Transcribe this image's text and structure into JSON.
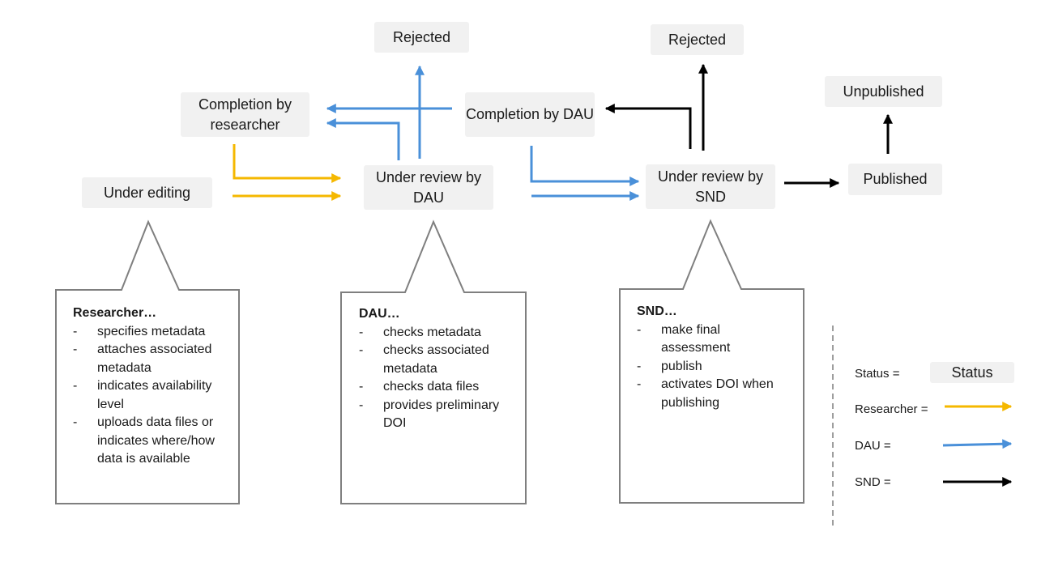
{
  "statuses": {
    "under_editing": "Under editing",
    "completion_researcher": "Completion by researcher",
    "rejected_dau": "Rejected",
    "completion_dau": "Completion by DAU",
    "review_dau": "Under review by DAU",
    "rejected_snd": "Rejected",
    "review_snd": "Under review by SND",
    "unpublished": "Unpublished",
    "published": "Published"
  },
  "panels": {
    "researcher": {
      "title": "Researcher…",
      "items": [
        "specifies metadata",
        "attaches associated metadata",
        "indicates availability level",
        "uploads data files or indicates where/how data is available"
      ]
    },
    "dau": {
      "title": "DAU…",
      "items": [
        "checks metadata",
        "checks associated metadata",
        "checks data files",
        "provides preliminary DOI"
      ]
    },
    "snd": {
      "title": "SND…",
      "items": [
        "make final assessment",
        "publish",
        "activates DOI when publishing"
      ]
    }
  },
  "legend": {
    "status_label": "Status =",
    "status_box": "Status",
    "researcher_label": "Researcher =",
    "dau_label": "DAU =",
    "snd_label": "SND =",
    "colors": {
      "researcher": "#f5b800",
      "dau": "#4a90d9",
      "snd": "#000000"
    }
  }
}
